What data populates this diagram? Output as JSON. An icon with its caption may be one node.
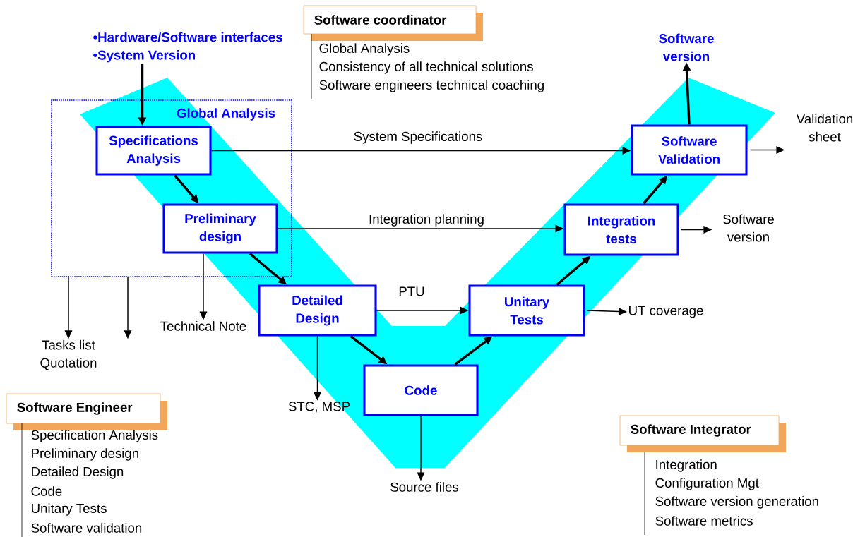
{
  "diagram": {
    "nodes": [
      {
        "text": [
          "Global Analysis"
        ]
      },
      {
        "text": [
          "Specifications Analysis"
        ],
        "in": 0
      },
      {
        "text": [
          "Preliminary design"
        ],
        "in": 0
      },
      {
        "text": [
          "Detailed Design"
        ]
      },
      {
        "text": [
          "Code"
        ]
      },
      {
        "text": [
          "Unitary Tests"
        ]
      },
      {
        "text": [
          "Integration tests"
        ]
      },
      {
        "text": [
          "Software Validation"
        ]
      },
      {
        "text": [
          "•Hardware/Software interfaces",
          "•System Version"
        ]
      },
      {
        "text": [
          "Software version"
        ]
      },
      {
        "text": [
          "Validation sheet"
        ]
      },
      {
        "text": [
          "Software version"
        ]
      },
      {
        "text": [
          "UT coverage"
        ]
      },
      {
        "text": [
          "Source files"
        ]
      },
      {
        "text": [
          "STC, MSP"
        ]
      },
      {
        "text": [
          "Technical Note"
        ]
      },
      {
        "text": [
          "Tasks list",
          "Quotation"
        ]
      },
      {
        "text": [
          "Software coordinator"
        ],
        "beside": [
          "Global Analysis",
          "Consistency of all technical solutions",
          "Software engineers technical coaching"
        ]
      },
      {
        "text": [
          "Software Engineer"
        ],
        "beside": [
          "Specification Analysis",
          "Preliminary design",
          "Detailed Design",
          "Code",
          "Unitary Tests",
          "Software validation"
        ]
      },
      {
        "text": [
          "Software Integrator"
        ],
        "beside": [
          "Integration",
          "Configuration Mgt",
          "Software version generation",
          "Software metrics"
        ]
      }
    ],
    "edges": [
      {
        "from": 8,
        "to": 1,
        "arrow": "to",
        "style": "thick"
      },
      {
        "from": 1,
        "to": 2,
        "arrow": "to",
        "style": "thick"
      },
      {
        "from": 2,
        "to": 3,
        "arrow": "to",
        "style": "thick"
      },
      {
        "from": 3,
        "to": 4,
        "arrow": "to",
        "style": "thick"
      },
      {
        "from": 4,
        "to": 5,
        "arrow": "to",
        "style": "thick"
      },
      {
        "from": 5,
        "to": 6,
        "arrow": "to",
        "style": "thick"
      },
      {
        "from": 6,
        "to": 7,
        "arrow": "to",
        "style": "thick"
      },
      {
        "from": 7,
        "to": 9,
        "arrow": "to",
        "style": "thick"
      },
      {
        "from": 1,
        "to": 7,
        "arrow": "to",
        "label": "System Specifications"
      },
      {
        "from": 2,
        "to": 6,
        "arrow": "to",
        "label": "Integration planning"
      },
      {
        "from": 3,
        "to": 5,
        "arrow": "to",
        "label": "PTU"
      },
      {
        "from": 7,
        "to": 10,
        "arrow": "to"
      },
      {
        "from": 6,
        "to": 11,
        "arrow": "to"
      },
      {
        "from": 5,
        "to": 12,
        "arrow": "to"
      },
      {
        "from": 4,
        "to": 13,
        "arrow": "to"
      },
      {
        "from": 3,
        "to": 14,
        "arrow": "to"
      },
      {
        "from": 2,
        "to": 15,
        "arrow": "to"
      },
      {
        "from": 0,
        "to": 16,
        "arrow": "to"
      },
      {
        "from": 0,
        "to": 16,
        "arrow": "to"
      }
    ]
  }
}
